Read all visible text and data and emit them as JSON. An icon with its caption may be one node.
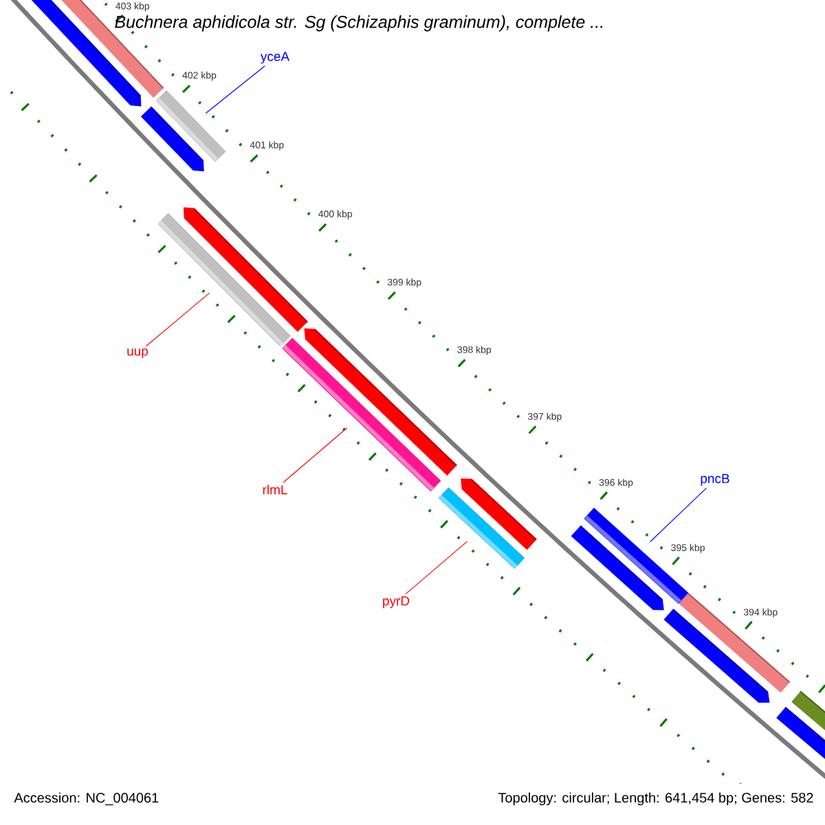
{
  "diagram": {
    "title": "Buchnera aphidicola str. Sg (Schizaphis graminum), complete ...",
    "nodes": [
      {
        "text": [
          "yceA"
        ]
      },
      {
        "text": [],
        "shape": "bar"
      },
      {
        "text": [
          "uup"
        ]
      },
      {
        "text": [],
        "shape": "bar"
      },
      {
        "text": [
          "rlmL"
        ]
      },
      {
        "text": [],
        "shape": "bar"
      },
      {
        "text": [
          "pyrD"
        ]
      },
      {
        "text": [],
        "shape": "bar"
      },
      {
        "text": [
          "pncB"
        ]
      },
      {
        "text": [],
        "shape": "bar"
      }
    ],
    "edges": [
      {
        "from": 0,
        "to": 1,
        "arrow": "none",
        "color": "#0000ff"
      },
      {
        "from": 2,
        "to": 3,
        "arrow": "none"
      },
      {
        "from": 4,
        "to": 5,
        "arrow": "none"
      },
      {
        "from": 6,
        "to": 7,
        "arrow": "none"
      },
      {
        "from": 8,
        "to": 9,
        "arrow": "none",
        "color": "#0000ff"
      }
    ],
    "labels": [
      "403 kbp",
      "402 kbp",
      "401 kbp",
      "400 kbp",
      "399 kbp",
      "398 kbp",
      "397 kbp",
      "396 kbp",
      "395 kbp",
      "394 kbp",
      "Accession: NC_004061",
      "Topology: circular; Length: 641,454 bp; Genes: 582"
    ]
  }
}
